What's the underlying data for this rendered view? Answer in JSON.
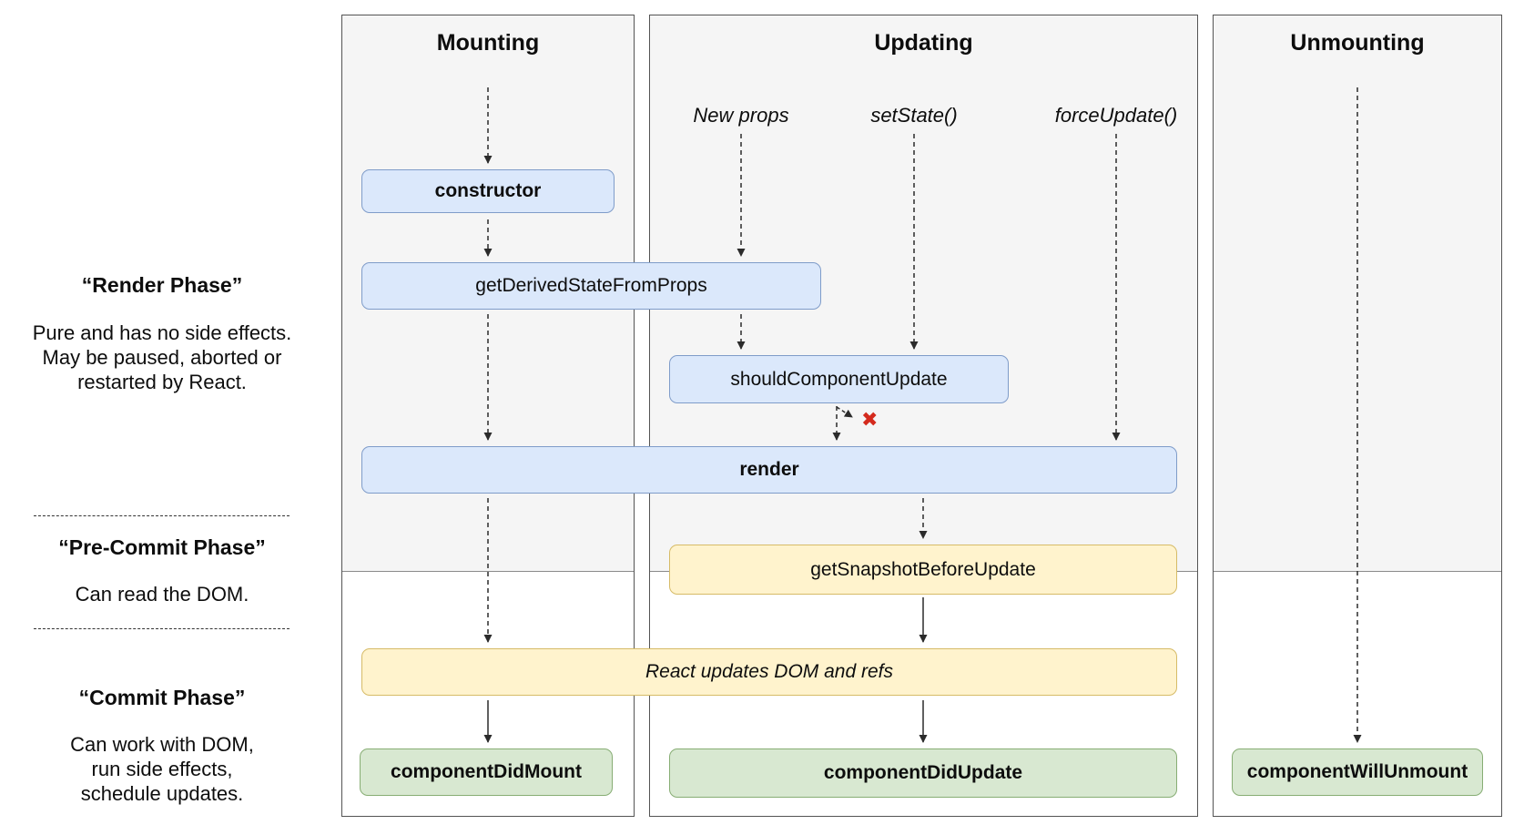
{
  "columns": {
    "mounting": {
      "title": "Mounting"
    },
    "updating": {
      "title": "Updating",
      "triggers": [
        "New props",
        "setState()",
        "forceUpdate()"
      ]
    },
    "unmounting": {
      "title": "Unmounting"
    }
  },
  "phases": {
    "render": {
      "title": "“Render Phase”",
      "description": "Pure and has no side effects.\nMay be paused, aborted or\nrestarted by React."
    },
    "pre_commit": {
      "title": "“Pre-Commit Phase”",
      "description": "Can read the DOM."
    },
    "commit": {
      "title": "“Commit Phase”",
      "description": "Can work with DOM,\nrun side effects,\nschedule updates."
    }
  },
  "lifecycle": {
    "constructor": "constructor",
    "get_derived_state_from_props": "getDerivedStateFromProps",
    "should_component_update": "shouldComponentUpdate",
    "render": "render",
    "get_snapshot_before_update": "getSnapshotBeforeUpdate",
    "react_updates_dom": "React updates DOM and refs",
    "component_did_mount": "componentDidMount",
    "component_did_update": "componentDidUpdate",
    "component_will_unmount": "componentWillUnmount"
  },
  "markers": {
    "update_rejected": "✖"
  },
  "colors": {
    "panel_background": "#f5f5f5",
    "panel_border": "#545454",
    "box_blue_fill": "#dbe8fb",
    "box_blue_border": "#7f9cc9",
    "box_yellow_fill": "#fff3cd",
    "box_yellow_border": "#d6bb67",
    "box_green_fill": "#d8e8d1",
    "box_green_border": "#87ad74",
    "arrow": "#2b2b2b",
    "reject_x": "#d42a1d"
  }
}
